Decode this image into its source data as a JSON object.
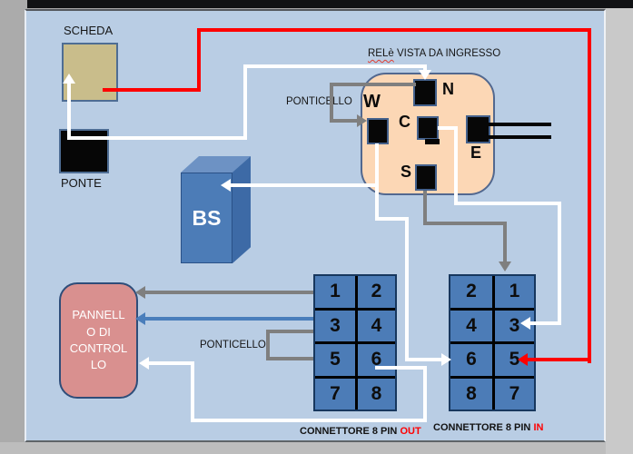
{
  "diagram": {
    "scheda": {
      "label": "SCHEDA"
    },
    "ponte": {
      "label": "PONTE"
    },
    "relay": {
      "title_highlight": "RELè",
      "title_rest": " VISTA DA INGRESSO",
      "pins": {
        "n": "N",
        "w": "W",
        "c": "C",
        "s": "S",
        "e": "E"
      }
    },
    "ponticello_top": "PONTICELLO",
    "ponticello_bottom": "PONTICELLO",
    "bs": {
      "label": "BS"
    },
    "panel": {
      "label": "PANNELLO DI CONTROLLO",
      "lines": [
        "PANNELL",
        "O DI",
        "CONTROL",
        "LO"
      ]
    },
    "connector_out": {
      "caption": "CONNETTORE 8 PIN ",
      "caption_highlight": "OUT",
      "cells": [
        "1",
        "2",
        "3",
        "4",
        "5",
        "6",
        "7",
        "8"
      ]
    },
    "connector_in": {
      "caption": "CONNETTORE 8 PIN ",
      "caption_highlight": "IN",
      "cells": [
        "2",
        "1",
        "4",
        "3",
        "6",
        "5",
        "8",
        "7"
      ]
    },
    "colors": {
      "slide_bg": "#b9cde4",
      "relay_fill": "#fcd7b5",
      "panel_fill": "#d9908f",
      "connector_fill": "#4c7cb7",
      "bs_fill": "#4c7cb7",
      "scheda_fill": "#c9bd8b",
      "wire_white": "#ffffff",
      "wire_gray": "#7f7f7f",
      "wire_red": "#fe0000",
      "wire_blue": "#4a7ebb",
      "caption_accent": "#fe0000"
    }
  }
}
